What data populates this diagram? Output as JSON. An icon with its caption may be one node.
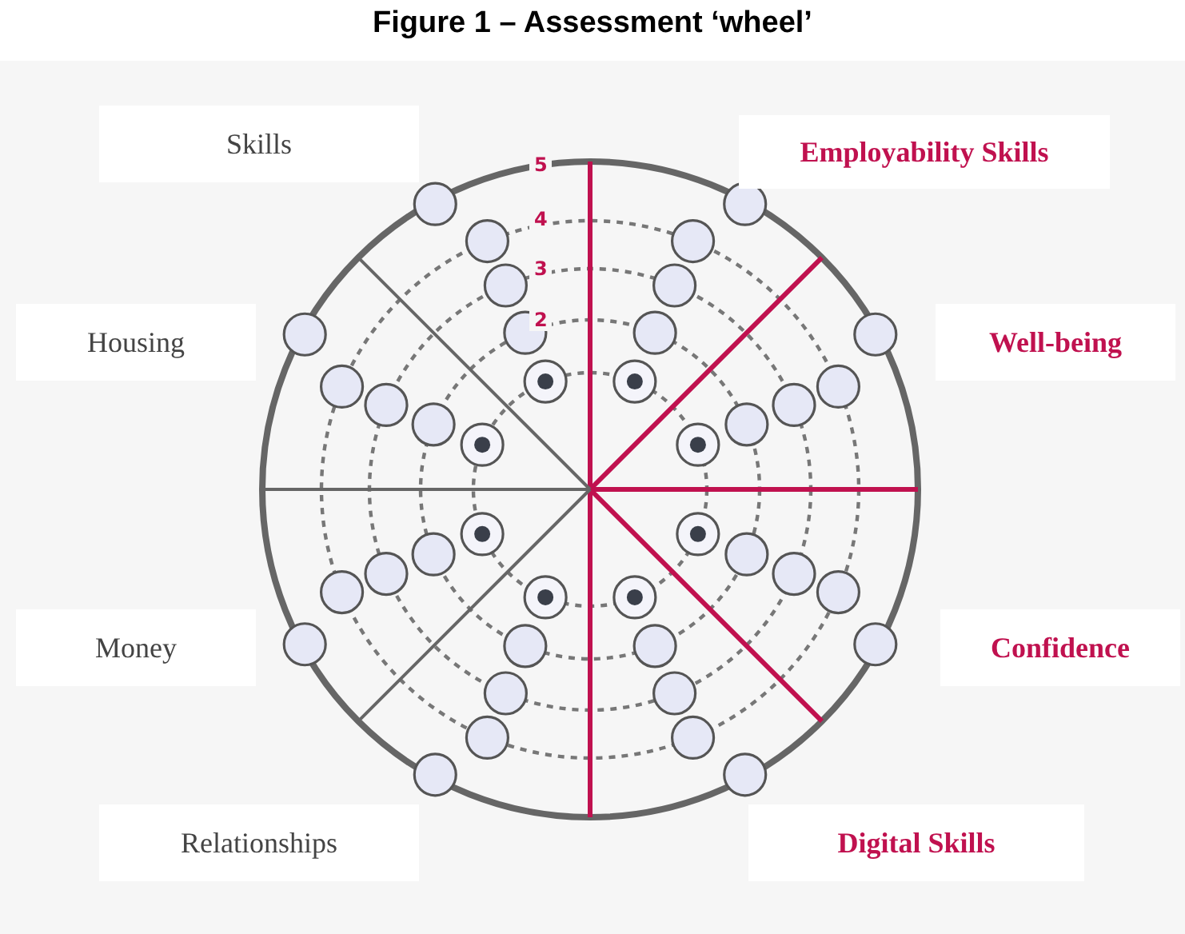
{
  "diagram": {
    "title": "Figure 1 – Assessment ‘wheel’",
    "labels": [
      "Skills",
      "5",
      "Employability Skills",
      "4",
      "3",
      "2",
      "Housing",
      "Well-being",
      "Money",
      "Confidence",
      "Relationships",
      "Digital Skills"
    ]
  }
}
